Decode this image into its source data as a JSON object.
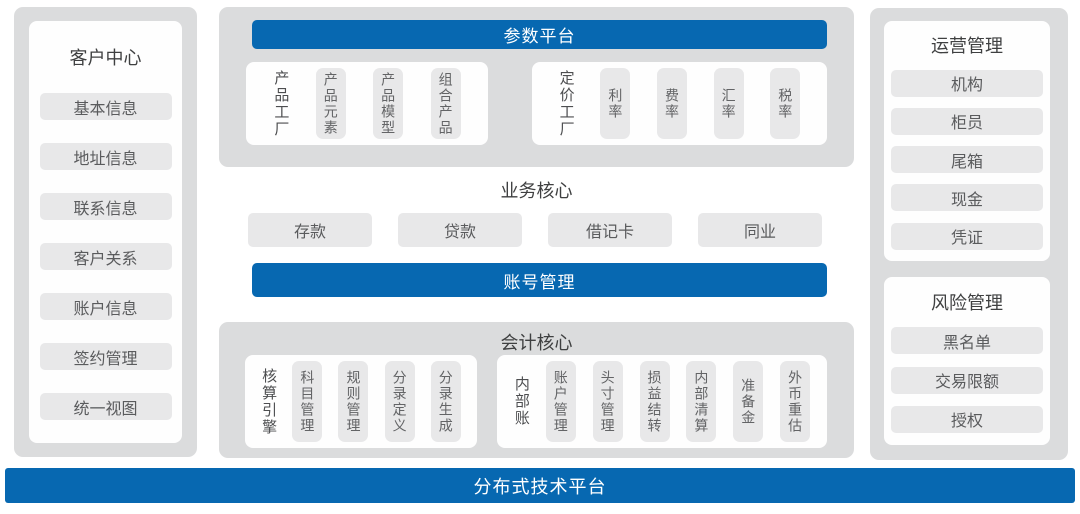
{
  "colors": {
    "container_gray": "#dbdcdd",
    "panel_white": "#fefefe",
    "chip_gray": "#e8e8e9",
    "accent_blue": "#0768b1",
    "title_text": "#3f4041",
    "chip_text": "#5a5b5d"
  },
  "left_panel": {
    "title": "客户中心",
    "items": [
      "基本信息",
      "地址信息",
      "联系信息",
      "客户关系",
      "账户信息",
      "签约管理",
      "统一视图"
    ]
  },
  "center": {
    "param_platform": {
      "header": "参数平台",
      "groups": [
        {
          "label": "产品工厂",
          "items": [
            "产品元素",
            "产品模型",
            "组合产品"
          ]
        },
        {
          "label": "定价工厂",
          "items": [
            "利率",
            "费率",
            "汇率",
            "税率"
          ]
        }
      ]
    },
    "business_core": {
      "title": "业务核心",
      "items": [
        "存款",
        "贷款",
        "借记卡",
        "同业"
      ]
    },
    "account_bar": "账号管理",
    "accounting_core": {
      "title": "会计核心",
      "groups": [
        {
          "label": "核算引擎",
          "items": [
            "科目管理",
            "规则管理",
            "分录定义",
            "分录生成"
          ]
        },
        {
          "label": "内部账",
          "items": [
            "账户管理",
            "头寸管理",
            "损益结转",
            "内部清算",
            "准备金",
            "外币重估"
          ]
        }
      ]
    }
  },
  "right_panels": [
    {
      "title": "运营管理",
      "items": [
        "机构",
        "柜员",
        "尾箱",
        "现金",
        "凭证"
      ]
    },
    {
      "title": "风险管理",
      "items": [
        "黑名单",
        "交易限额",
        "授权"
      ]
    }
  ],
  "bottom_bar": "分布式技术平台"
}
